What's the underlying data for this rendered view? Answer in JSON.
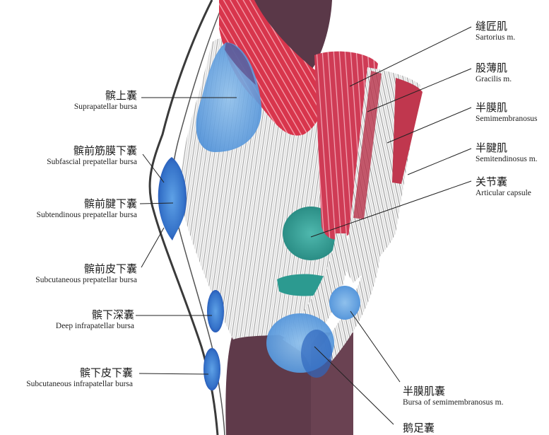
{
  "diagram": {
    "subject": "Knee joint bursae and tendons (medial view)",
    "colors": {
      "muscle_red": "#d63a4e",
      "muscle_red_dark": "#b52a40",
      "bone_purple": "#5e3a48",
      "bursa_blue": "#3d7fd0",
      "bursa_blue_dark": "#1e48b0",
      "capsule_teal": "#2f9e95",
      "tendon_white": "#f2f2f2",
      "tendon_stroke": "#8a8a8a",
      "leader_line": "#222222"
    },
    "labels_left": [
      {
        "zh": "髌上囊",
        "en": "Suprapatellar bursa"
      },
      {
        "zh": "髌前筋膜下囊",
        "en": "Subfascial prepatellar bursa"
      },
      {
        "zh": "髌前腱下囊",
        "en": "Subtendinous prepatellar bursa"
      },
      {
        "zh": "髌前皮下囊",
        "en": "Subcutaneous prepatellar bursa"
      },
      {
        "zh": "髌下深囊",
        "en": "Deep infrapatellar bursa"
      },
      {
        "zh": "髌下皮下囊",
        "en": "Subcutaneous infrapatellar bursa"
      }
    ],
    "labels_right": [
      {
        "zh": "缝匠肌",
        "en": "Sartorius m."
      },
      {
        "zh": "股薄肌",
        "en": "Gracilis m."
      },
      {
        "zh": "半膜肌",
        "en": "Semimembranosus"
      },
      {
        "zh": "半腱肌",
        "en": "Semitendinosus m."
      },
      {
        "zh": "关节囊",
        "en": "Articular capsule"
      },
      {
        "zh": "半膜肌囊",
        "en": "Bursa of semimembranosus m."
      },
      {
        "zh": "鹅足囊",
        "en": ""
      }
    ]
  }
}
